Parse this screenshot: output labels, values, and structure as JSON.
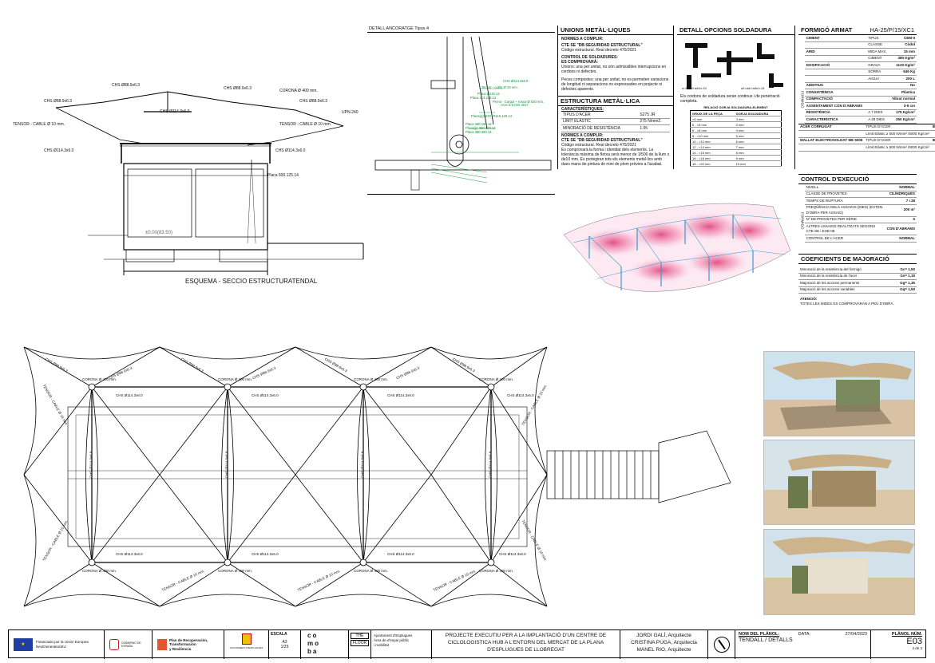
{
  "section": {
    "title": "ESQUEMA - SECCIO ESTRUCTURATENDAL",
    "level": "±0.00(83.50)",
    "labels": {
      "chs_889_a": "CHS Ø88.9x6.3",
      "chs_889_b": "CHS Ø88.9x6.3",
      "chs_889_c": "CHS Ø88.9x6.3",
      "chs_889_d": "CHS Ø88.9x6.3",
      "corona": "CORONA Ø 400 mm.",
      "chs_1143_top": "CHS Ø114.3x6.0",
      "upn": "UPN-240",
      "tensor_left": "TENSOR - CABLE Ø 10 mm.",
      "tensor_right": "TENSOR - CABLE Ø 10 mm.",
      "chs_1143_l": "CHS Ø114.3x6.0",
      "chs_1143_r": "CHS Ø114.3x6.0",
      "placa": "Placa 600.125.14"
    }
  },
  "anchor": {
    "title": "DETALL ANCORATGE Tipus 4",
    "labels": [
      "CHS Ø114.3x6.0",
      "Tensor - cable Ø 10 mm.",
      "Placa Ø120.12",
      "Placa 114.216.12",
      "Perno - Cargol + rosca Ø 030 mm.",
      "- Acer 8.8 ISO 4017",
      "Placa(p)t 230+R116.120.14",
      "Placa 380.160.14",
      "Placa(p) 360.120.14",
      "Placa 380.380.14"
    ]
  },
  "unions": {
    "title": "UNIONS METÀL·LIQUES",
    "normes_h": "NORMES A COMPLIR:",
    "normes_1": "CTE SE \"DB SEGURIDAD ESTRUCTURAL\"",
    "normes_2": "Código estructural. Real decreto 470/2021",
    "control_h": "CONTROL DE SOLDADURES:",
    "control_s": "ES COMPROVARÀ:",
    "control_t": "Unions: una per unitat, no són admissibles interrupcions en cordons ni defectes.",
    "peces": "Peces compostes: una per unitat, no es permeten variacions de longitud ni separacions no expressades en projecte ni defectes aparents."
  },
  "estructura": {
    "title": "ESTRUCTURA METÀL·LICA",
    "car_h": "CARACTERÍSTIQUES:",
    "rows": [
      {
        "k": "TIPUS D'ACER",
        "v": "S275 JR"
      },
      {
        "k": "LÍMIT ELÀSTIC",
        "v": "275 N/mm2."
      },
      {
        "k": "MINORACIÓ DE RESISTÈNCIA",
        "v": "1.05"
      }
    ],
    "normes_h": "NORMES A COMPLIR:",
    "normes_1": "CTE SE \"DB SEGURIDAD ESTRUCTURAL\"",
    "normes_2": "Código estructural. Real decreto 470/2021",
    "text": "Es comprovarà la forma i identitat dels elements. La tolerància màxima de fletxa serà menor de 1/500 de la llum o de10 mm. Es protegiran tots els elements metàl·lics amb dues mans de pintura de mini de plom prèvies a l'acabat."
  },
  "soldadura": {
    "title": "DETALL OPCIONS SOLDADURA",
    "lbl_1": "a=1-a/b+a/b/n-15",
    "lbl_2": "a2=a/b+a/b/n-15",
    "note": "Els cordons de soldadura seran continus i de penetració completa.",
    "tbl_title": "RELACIÓ GORJA SOLDADURA-ELEMENT",
    "tbl_h1": "GRUIX DE LA PEÇA",
    "tbl_h2": "GORJA SOLDADURA",
    "rows": [
      [
        "<6 mm",
        "3 mm"
      ],
      [
        "6 - <8 mm",
        "3 mm"
      ],
      [
        "6 - <8 mm",
        "4 mm"
      ],
      [
        "8 - <10 mm",
        "5 mm"
      ],
      [
        "10 - <12 mm",
        "6 mm"
      ],
      [
        "12 - <14 mm",
        "7 mm"
      ],
      [
        "14 - <16 mm",
        "8 mm"
      ],
      [
        "16 - <18 mm",
        "9 mm"
      ],
      [
        "18 - <20 mm",
        "10 mm"
      ]
    ]
  },
  "formigo": {
    "title": "FORMIGÓ ARMAT",
    "code": "HA-25/P/15/XC1",
    "side_label": "FORMIGÓ",
    "rows": [
      {
        "a": "CIMENT",
        "b": "TIPUS",
        "c": "CEM-II"
      },
      {
        "a": "",
        "b": "CLASSE",
        "c": "Còdol"
      },
      {
        "a": "ÀRID",
        "b": "MIDA MAX.",
        "c": "15 mm"
      },
      {
        "a": "",
        "b": "CIMENT",
        "c": "380 Kg/m³"
      },
      {
        "a": "DOSIFICACIÓ",
        "b": "GRAVA",
        "c": "1120 Kg/m³"
      },
      {
        "a": "",
        "b": "SORRA",
        "c": "645 Kg"
      },
      {
        "a": "",
        "b": "AIGUA",
        "c": "200 L"
      },
      {
        "a": "ADDITIUS",
        "b": "",
        "c": "No"
      },
      {
        "a": "CONSISTÈNCIA",
        "b": "",
        "c": "Plàstica"
      },
      {
        "a": "COMPACTACIÓ",
        "b": "",
        "c": "Vibrat normal"
      },
      {
        "a": "ASSENTAMENT CON D'ABRAMS",
        "b": "",
        "c": "3-5 cm"
      },
      {
        "a": "RESISTÈNCIA",
        "b": "A 7 DIES",
        "c": "175 Kg/cm²"
      },
      {
        "a": "CARACTERÍSTICA",
        "b": "A 28 DIES",
        "c": "250 Kg/cm²"
      }
    ],
    "acer_rows": [
      {
        "a": "ACER CORRUGAT",
        "b": "TIPUS D'ACER",
        "c": "B-500 S"
      },
      {
        "a": "",
        "b": "Límit Elàstic ≥ 500 N/mm² /5000 Kg/cm²",
        "c": ""
      },
      {
        "a": "MALLAT ELECTROSOLDAT ME 5005",
        "b": "TIPUS D'ACER",
        "c": "B-500 S"
      },
      {
        "a": "",
        "b": "Límit Elàstic ≥ 500 N/mm² /5000 Kg/cm²",
        "c": ""
      }
    ]
  },
  "control": {
    "title": "CONTROL D'EXECUCIÓ",
    "side_label": "FORMIGÓ",
    "rows": [
      {
        "k": "NIVELL",
        "v": "NORMAL"
      },
      {
        "k": "CLASSE DE PROVETES",
        "v": "CILÍNDRIQUES"
      },
      {
        "k": "TEMPS DE RUPTURA",
        "v": "7 i 28"
      },
      {
        "k": "FREQÜÈNCIA DELS ASSAIGS (DIES) (EXTEN. D'OBRA PER ASSAIG)",
        "v": "200 m²"
      },
      {
        "k": "Nº DE PROVETES PER SÈRIE",
        "v": "6"
      },
      {
        "k": "ALTRES ASSAIGS REALITZATS SEGONS CTE-SE i EHE-08",
        "v": "CON D'ABRAMS"
      },
      {
        "k": "CONTROL DE L'ACER",
        "v": "NORMAL"
      }
    ]
  },
  "coef": {
    "title": "COEFICIENTS DE MAJORACIÓ",
    "rows": [
      {
        "k": "Minoració de la resistència del formigó",
        "v": "Gc= 1,50"
      },
      {
        "k": "Minoració de la resistència de l'acer",
        "v": "Gs= 1,15"
      },
      {
        "k": "Majoració de les accions permanents",
        "v": "Gg= 1,35"
      },
      {
        "k": "Majoració de les accions variables",
        "v": "Gq= 1,50"
      }
    ],
    "atencio": "ATENCIÓ:",
    "atencio_text": "TOTES LES MIDES ES COMPROVARAN A PEU D'OBRA."
  },
  "plan": {
    "corona": "CORONA Ø 400 mm.",
    "chs_889": "CHS Ø88.9x6.3",
    "chs_1143": "CHS Ø114.3x6.0",
    "tensor": "TENSOR - CABLE Ø 10 mm.",
    "chs_vert": "CHS Ø114.3x6.0"
  },
  "footer": {
    "eu_1": "Financiado por la Unión Europea",
    "eu_2": "NextGenerationEU",
    "gob": "GOBIERNO DE ESPAÑA",
    "plan_1": "Plan de Recuperación,",
    "plan_2": "Transformación",
    "plan_3": "y Resiliencia",
    "ajunt_logo": "AJUNTAMENT D'ESPLUGUES",
    "escala_h": "ESCALA",
    "escala_1": "A3",
    "escala_2": "1/25",
    "comoba": [
      "co",
      "mo",
      "ba"
    ],
    "the": "THE",
    "floor": "FLOOR",
    "ajunt_1": "Ajuntament d'Esplugues",
    "ajunt_2": "Àrea de d'espai públic",
    "ajunt_3": "i mobilitat",
    "project_1": "PROJECTE EXECUTIU PER A LA IMPLANTACIÓ D'UN CENTRE DE",
    "project_2": "CICLOLOGISTICA HUB  A L'ENTORN DEL MERCAT DE LA PLANA",
    "project_3": "D'ESPLUGUES DE LLOBREGAT",
    "arch_1": "JORDI GALÍ, Arquitecte",
    "arch_2": "CRISTINA PUGA, Arquitecta",
    "arch_3": "MANEL RIO, Arquitecte",
    "nom_h": "NOM DEL PLÀNOL:",
    "nom_v": "TENDALL / DETALLS",
    "data_h": "DATA:",
    "data_v": "27/04/2023",
    "num_h": "PLÀNOL NÚM.",
    "num_v": "E03",
    "pages": "3 de 3"
  }
}
